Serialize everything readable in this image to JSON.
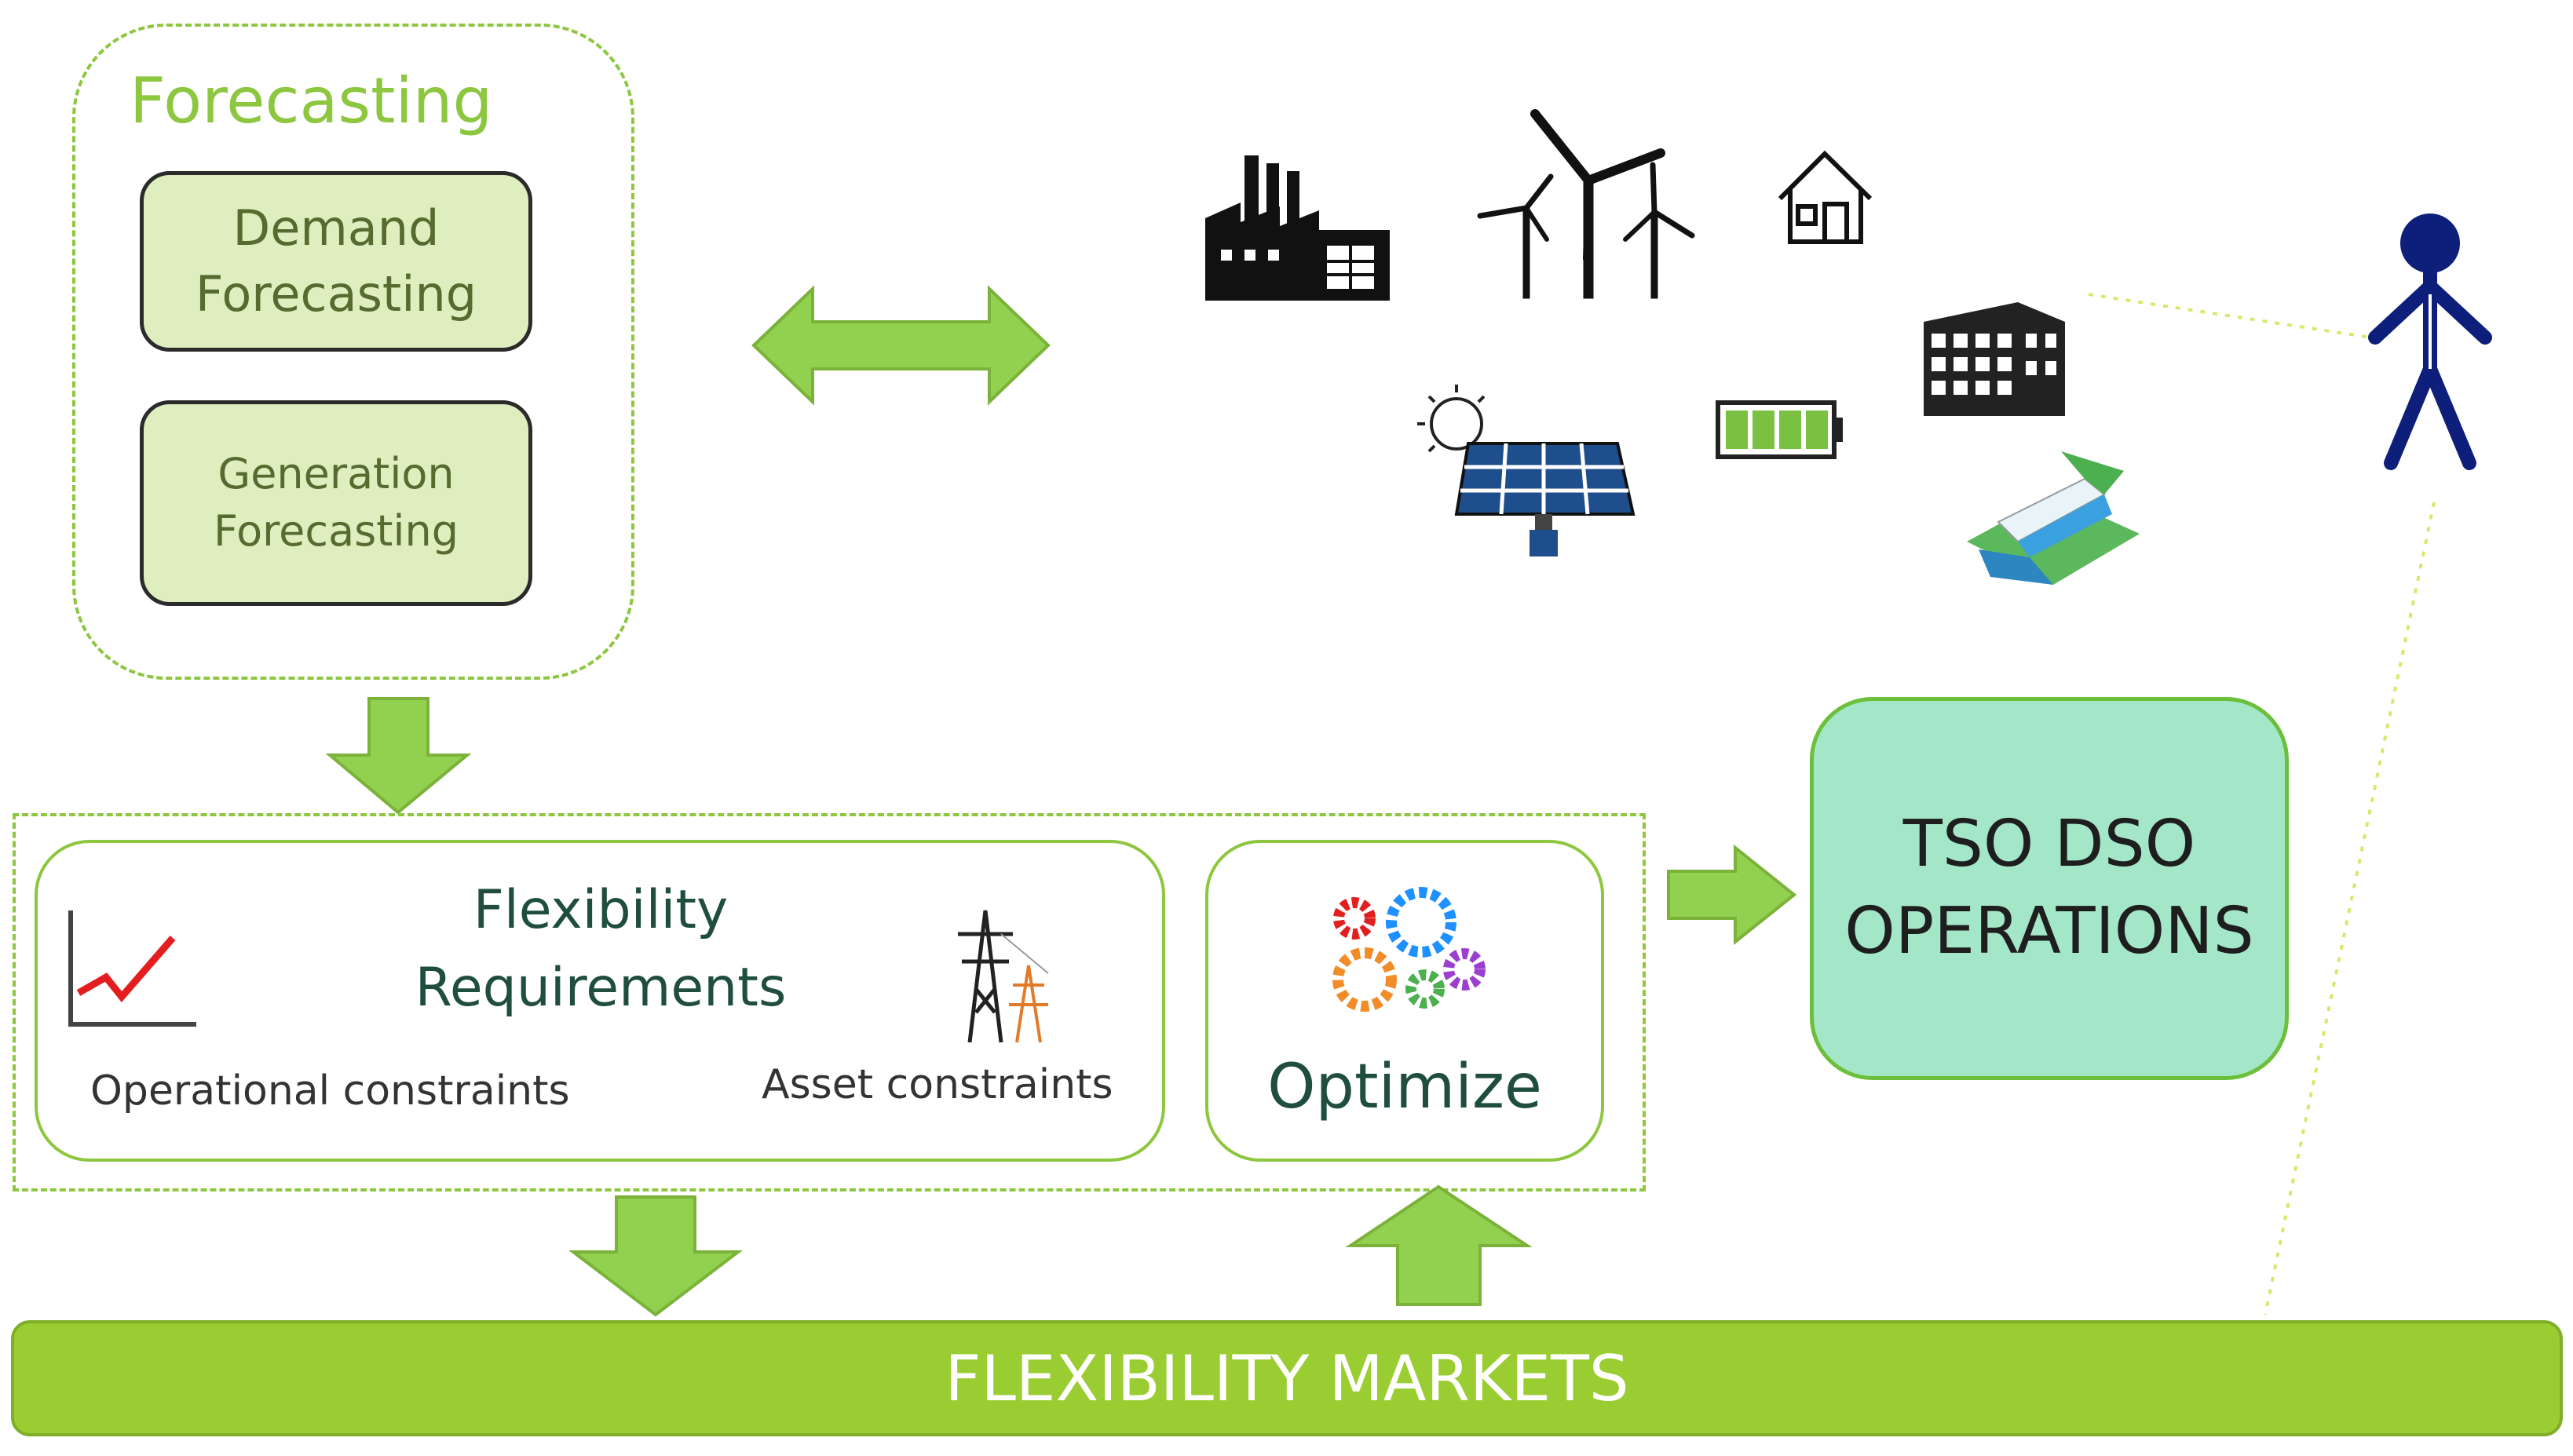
{
  "forecasting": {
    "title": "Forecasting",
    "demand": "Demand\nForecasting",
    "generation": "Generation\nForecasting"
  },
  "flexibility": {
    "title": "Flexibility\nRequirements",
    "operational": "Operational constraints",
    "asset": "Asset constraints"
  },
  "optimize": "Optimize",
  "tso": "TSO DSO\nOPERATIONS",
  "markets": "FLEXIBILITY MARKETS",
  "icons": [
    "factory-icon",
    "wind-turbines-icon",
    "house-icon",
    "office-building-icon",
    "solar-panel-icon",
    "battery-icon",
    "hydro-dam-icon",
    "person-icon",
    "chart-icon",
    "pylon-icon",
    "gears-icon"
  ],
  "colors": {
    "accent": "#8dc63f",
    "box_fill": "#dfeebe",
    "tso_fill": "#a3e6c8",
    "markets_fill": "#9acd32"
  }
}
